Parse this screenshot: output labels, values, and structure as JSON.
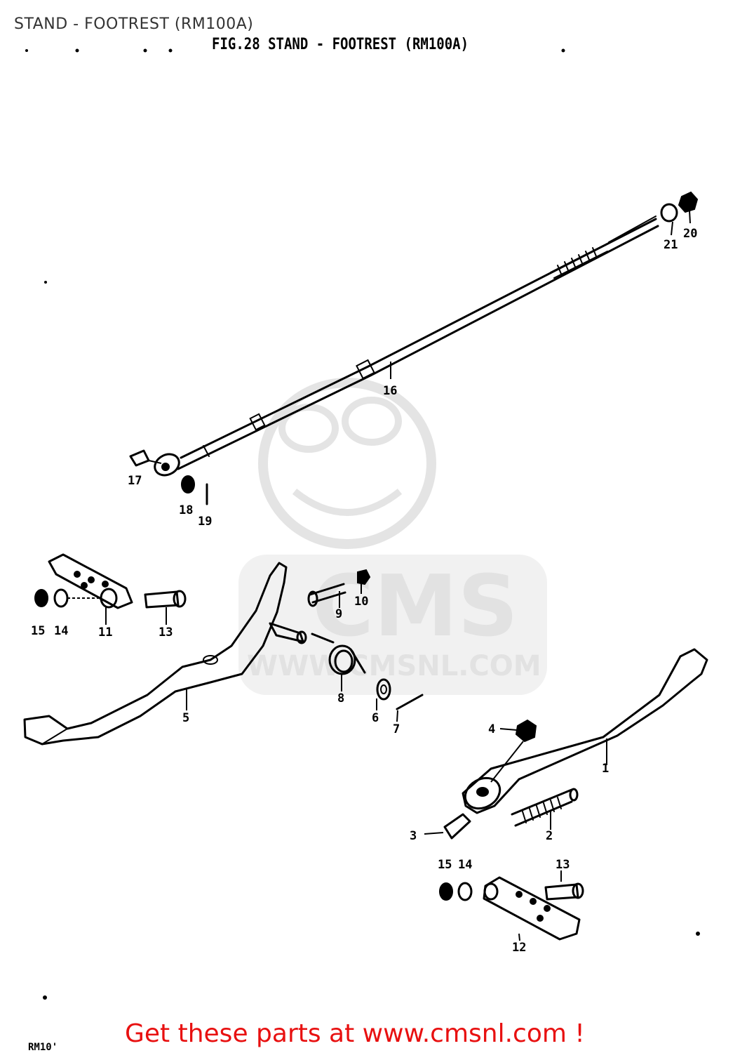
{
  "header": {
    "title": "STAND - FOOTREST (RM100A)"
  },
  "figure": {
    "title": "FIG.28  STAND - FOOTREST (RM100A)",
    "part_labels": {
      "p1": "1",
      "p2": "2",
      "p3": "3",
      "p4": "4",
      "p5": "5",
      "p6": "6",
      "p7": "7",
      "p8": "8",
      "p9": "9",
      "p10": "10",
      "p11": "11",
      "p12": "12",
      "p13a": "13",
      "p13b": "13",
      "p14a": "14",
      "p14b": "14",
      "p15a": "15",
      "p15b": "15",
      "p16": "16",
      "p17": "17",
      "p18": "18",
      "p19": "19",
      "p20": "20",
      "p21": "21"
    },
    "footer_code": "RM10'"
  },
  "watermark": {
    "brand": "CMS",
    "url": "WWW.CMSNL.COM"
  },
  "footer": {
    "cta": "Get these parts at www.cmsnl.com !"
  }
}
